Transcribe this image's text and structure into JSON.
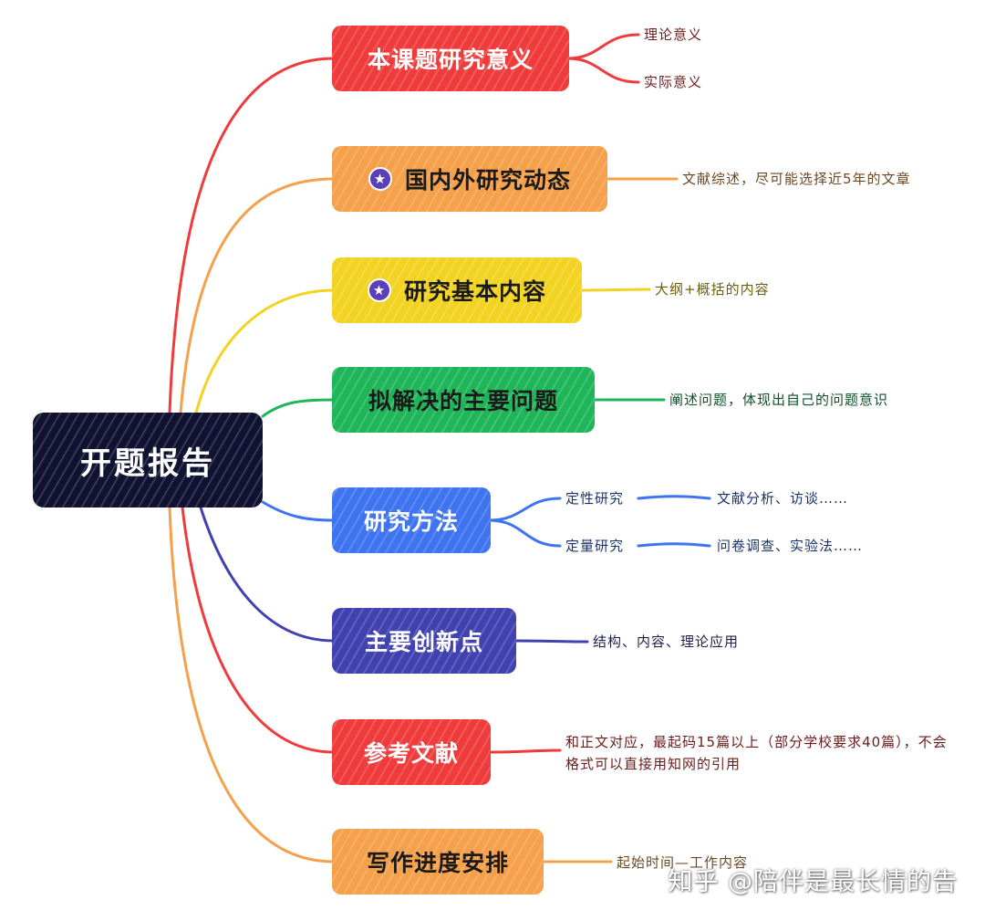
{
  "root": {
    "label": "开题报告",
    "color": "#0f1230"
  },
  "branches": [
    {
      "label": "本课题研究意义",
      "color": "#ef3b3b",
      "text_color": "#ffffff",
      "star": false,
      "children": [
        {
          "label": "理论意义"
        },
        {
          "label": "实际意义"
        }
      ]
    },
    {
      "label": "国内外研究动态",
      "color": "#f5a04a",
      "text_color": "#1a1a1a",
      "star": true,
      "children": [
        {
          "label": "文献综述，尽可能选择近5年的文章"
        }
      ]
    },
    {
      "label": "研究基本内容",
      "color": "#f2d321",
      "text_color": "#1a1a1a",
      "star": true,
      "children": [
        {
          "label": "大纲+概括的内容"
        }
      ]
    },
    {
      "label": "拟解决的主要问题",
      "color": "#1fb559",
      "text_color": "#1a1a1a",
      "star": false,
      "children": [
        {
          "label": "阐述问题，体现出自己的问题意识"
        }
      ]
    },
    {
      "label": "研究方法",
      "color": "#3f74f0",
      "text_color": "#ffffff",
      "star": false,
      "children": [
        {
          "label": "定性研究",
          "children": [
            {
              "label": "文献分析、访谈……"
            }
          ]
        },
        {
          "label": "定量研究",
          "children": [
            {
              "label": "问卷调查、实验法……"
            }
          ]
        }
      ]
    },
    {
      "label": "主要创新点",
      "color": "#4142b0",
      "text_color": "#ffffff",
      "star": false,
      "children": [
        {
          "label": "结构、内容、理论应用"
        }
      ]
    },
    {
      "label": "参考文献",
      "color": "#ef3b3b",
      "text_color": "#ffffff",
      "star": false,
      "children": [
        {
          "label": "和正文对应，最起码15篇以上（部分学校要求40篇），不会格式可以直接用知网的引用"
        }
      ]
    },
    {
      "label": "写作进度安排",
      "color": "#f5a04a",
      "text_color": "#1a1a1a",
      "star": false,
      "children": [
        {
          "label": "起始时间—工作内容"
        }
      ]
    }
  ],
  "icons": {
    "star": "star-icon"
  },
  "watermark": "知乎 @陪伴是最长情的告"
}
